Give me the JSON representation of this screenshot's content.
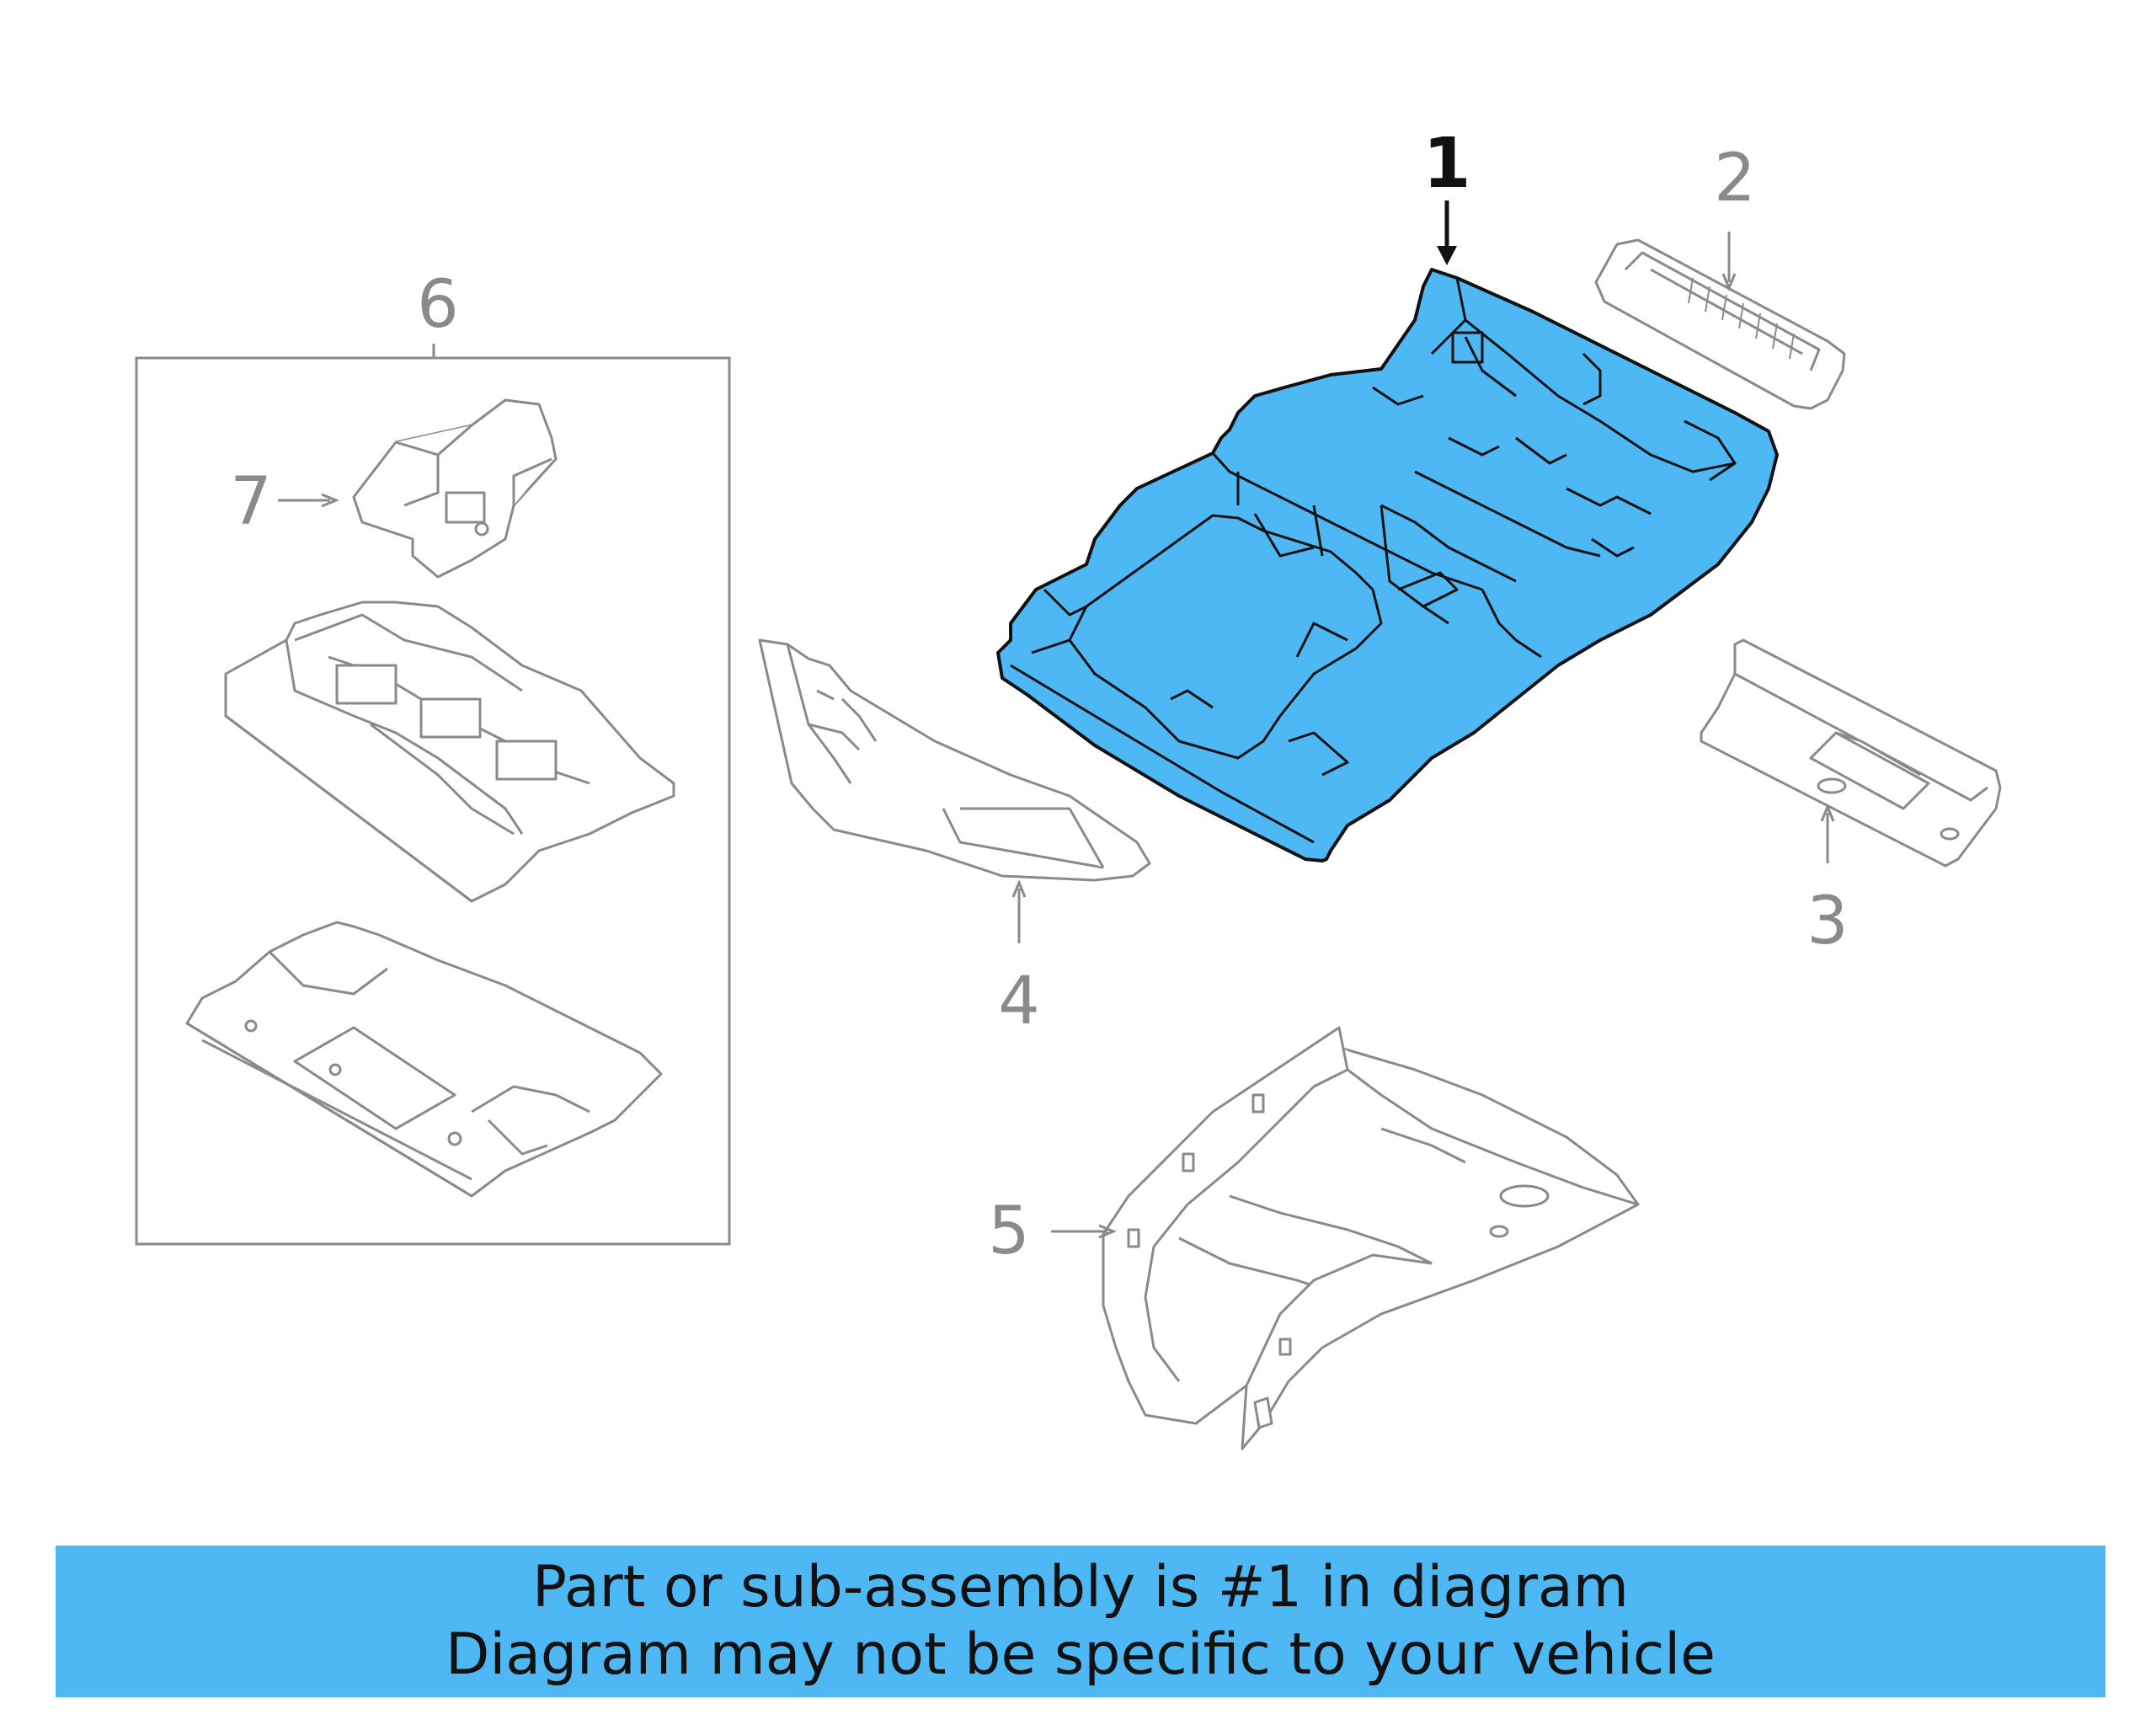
{
  "diagram": {
    "callouts": [
      {
        "id": "1",
        "label": "1"
      },
      {
        "id": "2",
        "label": "2"
      },
      {
        "id": "3",
        "label": "3"
      },
      {
        "id": "4",
        "label": "4"
      },
      {
        "id": "5",
        "label": "5"
      },
      {
        "id": "6",
        "label": "6"
      },
      {
        "id": "7",
        "label": "7"
      }
    ],
    "highlight_color": "#4db8f3",
    "line_color": "#8a8a8a"
  },
  "banner": {
    "line1": "Part or sub-assembly is #1 in diagram",
    "line2": "Diagram may not be specific to your vehicle",
    "background": "#4db8f3"
  }
}
